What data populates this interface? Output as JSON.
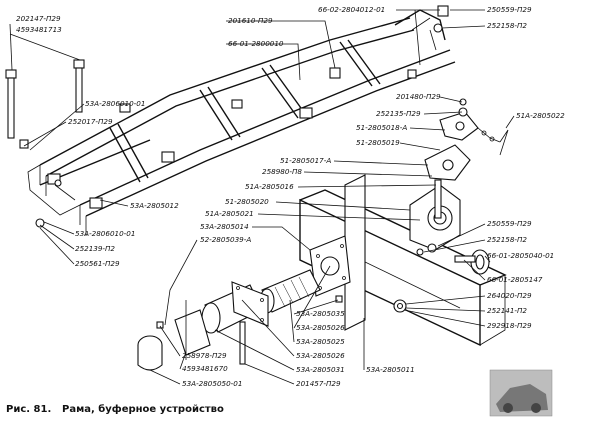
{
  "figure": {
    "caption_number": "Рис. 81.",
    "caption_text": "Рама, буферное устройство"
  },
  "labels": {
    "l1": "202147-П29",
    "l2": "4593481713",
    "l3": "53А-2806010-01",
    "l4": "252017-П29",
    "l5": "53А-2805012",
    "l6": "53А-2806010-01",
    "l7": "252139-П2",
    "l8": "250561-П29",
    "l9": "201610-П29",
    "l10": "66-01-2800010",
    "l11": "66-02-2804012-01",
    "l12": "250559-П29",
    "l13": "252158-П2",
    "l14": "201480-П29",
    "l15": "252135-П29",
    "l16": "51А-2805022",
    "l17": "51-2805018-А",
    "l18": "51-2805019",
    "l19": "51-2805017-А",
    "l20": "258980-П8",
    "l21": "51А-2805016",
    "l22": "51-2805020",
    "l23": "51А-2805021",
    "l24": "53А-2805014",
    "l25": "52-2805039-А",
    "l26": "250559-П29",
    "l27": "252158-П2",
    "l28": "66-01-2805040-01",
    "l29": "66-01-2805147",
    "l30": "264020-П29",
    "l31": "252141-П2",
    "l32": "292918-П29",
    "l33": "53А-2805035",
    "l34": "53А-2805026",
    "l35": "53А-2805025",
    "l36": "53А-2805026",
    "l37": "53А-2805031",
    "l38": "201457-П29",
    "l39": "53А-2805011",
    "l40": "258978-П29",
    "l41": "4593481670",
    "l42": "53А-2805050-01"
  }
}
